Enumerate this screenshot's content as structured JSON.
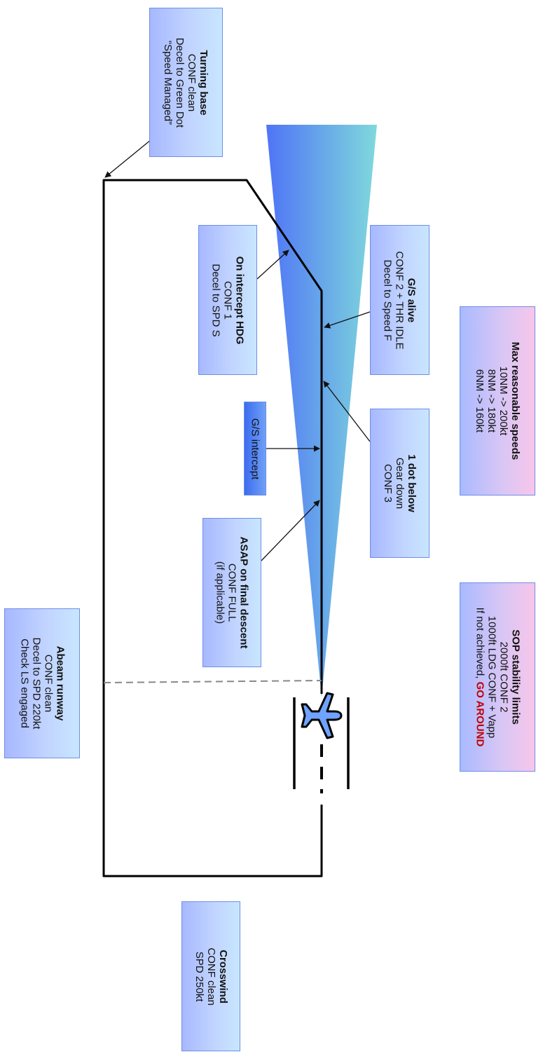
{
  "boxes": {
    "turning_base": {
      "title": "Turning base",
      "lines": [
        "CONF clean",
        "Decel to Green Dot",
        "“Speed Managed”"
      ]
    },
    "on_intercept": {
      "title": "On intercept HDG",
      "lines": [
        "CONF 1",
        "Decel to SPD S"
      ]
    },
    "gs_alive": {
      "title": "G/S alive",
      "lines": [
        "CONF 2 + THR IDLE",
        "Decel to Speed F"
      ]
    },
    "gs_intercept": {
      "text": "G/S intercept"
    },
    "one_dot_below": {
      "title": "1 dot below",
      "lines": [
        "Gear down",
        "CONF 3"
      ]
    },
    "asap_final": {
      "title": "ASAP on final descent",
      "lines": [
        "CONF FULL",
        "(if applicable)"
      ]
    },
    "max_speeds": {
      "title": "Max reasonable speeds",
      "lines": [
        "10NM -> 200kt",
        "8NM -> 180kt",
        "6NM -> 160kt"
      ]
    },
    "sop_limits": {
      "title": "SOP stability limits",
      "lines": [
        "2000ft CONF 2",
        "1000ft LDG CONF + Vapp"
      ],
      "last_prefix": "If not achieved, ",
      "last_emphasis": "GO AROUND"
    },
    "abeam_runway": {
      "title": "Abeam runway",
      "lines": [
        "CONF clean",
        "Decel to SPD 220kt",
        "Check LS engaged"
      ]
    },
    "crosswind": {
      "title": "Crosswind",
      "lines": [
        "CONF clean",
        "SPD 250kt"
      ]
    }
  },
  "colors": {
    "go_around": "#c00000",
    "cone_start": "#4f74f6",
    "cone_end": "#7fd9dc"
  },
  "icons": [
    "airplane-icon"
  ]
}
